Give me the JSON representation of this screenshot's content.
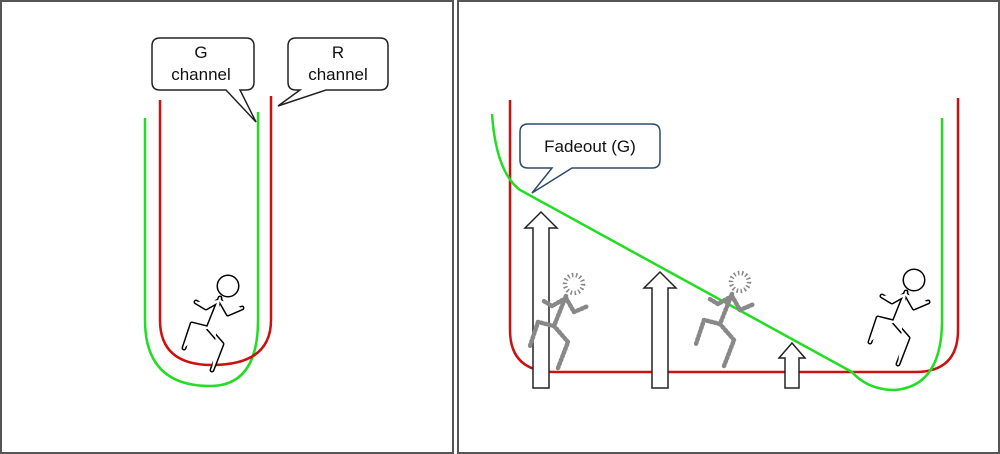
{
  "diagram": {
    "left_panel": {
      "callout_g": {
        "line1": "G",
        "line2": "channel"
      },
      "callout_r": {
        "line1": "R",
        "line2": "channel"
      }
    },
    "right_panel": {
      "callout_fadeout": {
        "text": "Fadeout (G)"
      }
    },
    "colors": {
      "red_channel": "#cc1111",
      "green_channel": "#22dd22",
      "border": "#555555",
      "callout_border_dark": "#222222",
      "callout_border_blue": "#2b4a6f",
      "runner_solid": "#000000",
      "runner_ghost": "#888888"
    },
    "icons": [
      "running-person-icon",
      "arrow-up-icon"
    ]
  }
}
